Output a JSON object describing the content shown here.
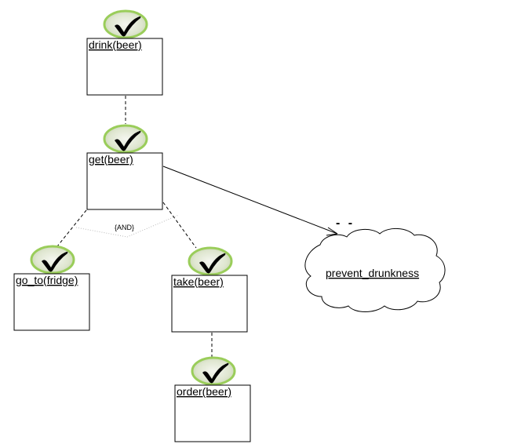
{
  "nodes": {
    "drink_beer": {
      "label": "drink(beer)",
      "achieved": true
    },
    "get_beer": {
      "label": "get(beer)",
      "achieved": true
    },
    "go_to_fridge": {
      "label": "go_to(fridge)",
      "achieved": true
    },
    "take_beer": {
      "label": "take(beer)",
      "achieved": true
    },
    "order_beer": {
      "label": "order(beer)",
      "achieved": true
    }
  },
  "decomposition": {
    "label": "{AND}"
  },
  "softgoal": {
    "label": "prevent_drunkness"
  },
  "contribution": {
    "label": "- -"
  },
  "colors": {
    "badge_ring": "#9acd5a",
    "badge_fill": "#e4ebd8",
    "check": "#000000",
    "dotted_link": "#bbbbbb"
  }
}
